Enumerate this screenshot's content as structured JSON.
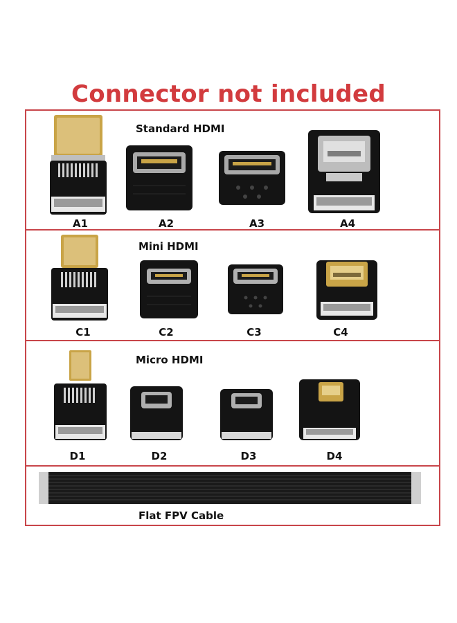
{
  "headline": "Connector not included",
  "sections": {
    "standard": {
      "title": "Standard HDMI",
      "labels": [
        "A1",
        "A2",
        "A3",
        "A4"
      ]
    },
    "mini": {
      "title": "Mini HDMI",
      "labels": [
        "C1",
        "C2",
        "C3",
        "C4"
      ]
    },
    "micro": {
      "title": "Micro HDMI",
      "labels": [
        "D1",
        "D2",
        "D3",
        "D4"
      ]
    },
    "cable": {
      "title": "Flat FPV Cable"
    }
  },
  "colors": {
    "headline": "#d23b3e",
    "border": "#c8454a",
    "board": "#141414",
    "gold": "#c9a447",
    "silver": "#b9b9b9"
  }
}
